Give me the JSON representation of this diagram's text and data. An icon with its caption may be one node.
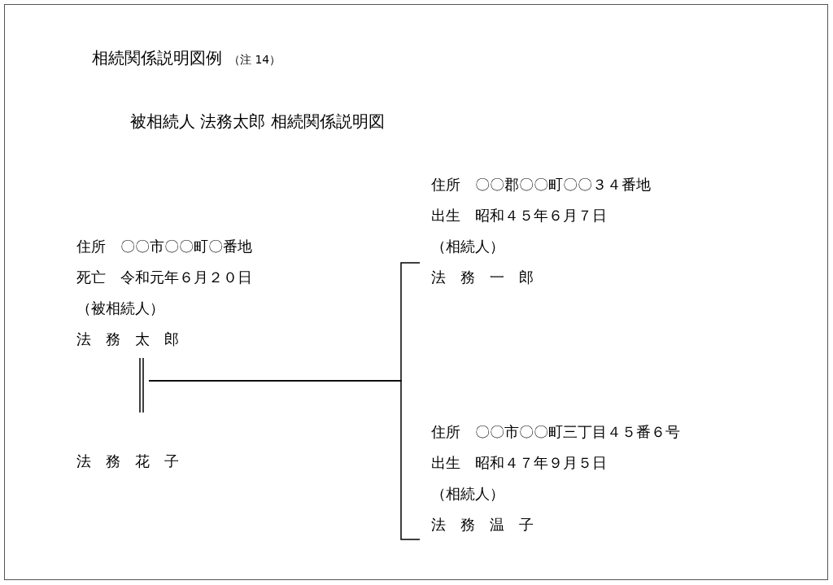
{
  "diagram": {
    "title": "相続関係説明図例",
    "nodes": [
      {
        "text": [
          "住所　〇〇市〇〇町〇番地",
          "死亡　令和元年６月２０日",
          "（被相続人）",
          "法　務　太　郎"
        ]
      },
      {
        "text": [
          "法　務　花　子"
        ]
      },
      {
        "text": [
          "住所　〇〇郡〇〇町〇〇３４番地",
          "出生　昭和４５年６月７日",
          "（相続人）",
          "法　務　一　郎"
        ]
      },
      {
        "text": [
          "住所　〇〇市〇〇町三丁目４５番６号",
          "出生　昭和４７年９月５日",
          "（相続人）",
          "法　務　温　子"
        ]
      }
    ],
    "edges": [
      {
        "from": 0,
        "to": 1,
        "arrow": "none"
      },
      {
        "from": null,
        "to": 2,
        "arrow": "none"
      },
      {
        "from": null,
        "to": 3,
        "arrow": "none"
      }
    ],
    "labels": [
      "（注 14）",
      "被相続人 法務太郎 相続関係説明図"
    ]
  }
}
